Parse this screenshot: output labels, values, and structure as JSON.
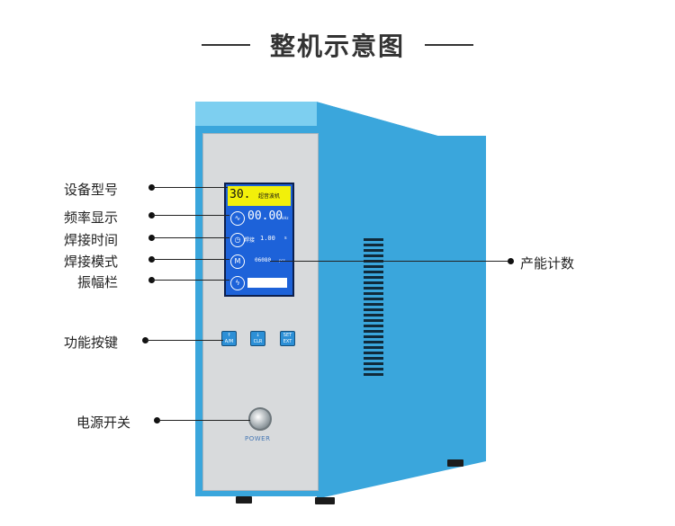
{
  "title": "整机示意图",
  "labels": {
    "model": "设备型号",
    "frequency": "频率显示",
    "weld_time": "焊接时间",
    "weld_mode": "焊接模式",
    "amplitude": "振幅栏",
    "function_keys": "功能按键",
    "power_switch": "电源开关",
    "count": "产能计数"
  },
  "screen": {
    "model_value": "30.",
    "model_text": "超音波机",
    "freq_value": "00.00",
    "freq_unit": "kHz",
    "time_label": "焊接",
    "time_value": "1.00",
    "time_unit": "s",
    "count_value": "06080",
    "count_unit": "pcs"
  },
  "buttons": {
    "auto_label": "A/M",
    "clear_label": "CLR",
    "set_label_top": "SET",
    "set_label_bottom": "EXT"
  },
  "power_label": "POWER",
  "colors": {
    "casing_blue": "#3aa6dc",
    "screen_blue": "#1d62d9",
    "screen_yellow": "#f2f00a"
  }
}
